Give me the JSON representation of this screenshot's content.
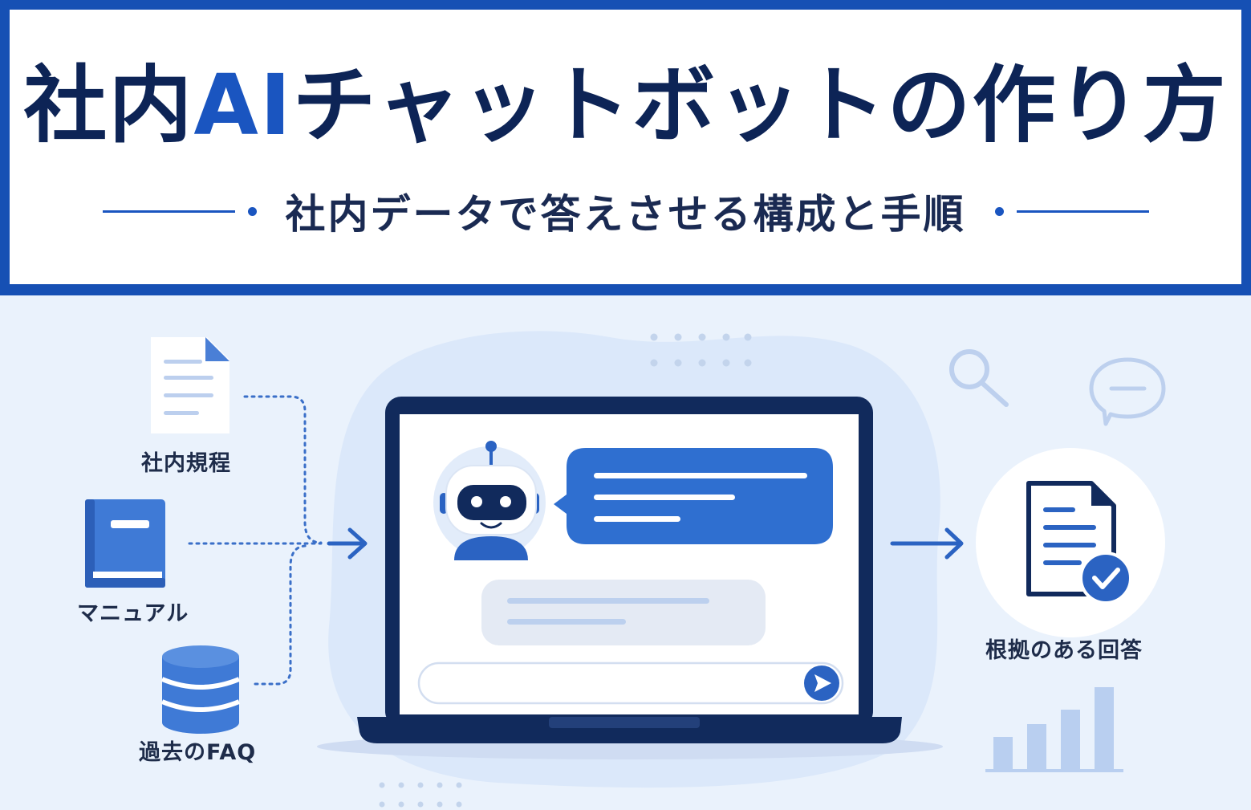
{
  "header": {
    "title_part1": "社内",
    "title_accent": "AI",
    "title_part2": "チャットボットの作り方",
    "subtitle": "社内データで答えさせる構成と手順"
  },
  "sources": [
    {
      "label": "社内規程",
      "icon": "document-icon"
    },
    {
      "label": "マニュアル",
      "icon": "book-icon"
    },
    {
      "label": "過去のFAQ",
      "icon": "database-icon"
    }
  ],
  "output": {
    "label": "根拠のある回答",
    "icon": "document-check-icon"
  },
  "colors": {
    "primary": "#1a55c0",
    "navy": "#0d2456",
    "bubble": "#2f6fd0",
    "background": "#eaf2fc"
  }
}
